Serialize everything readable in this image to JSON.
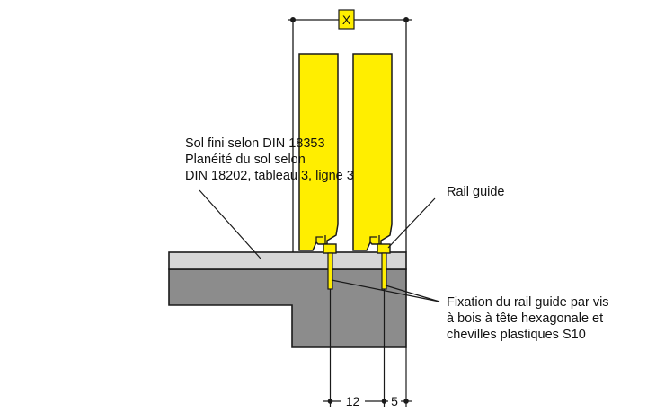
{
  "colors": {
    "panel_yellow": "#ffee00",
    "outline": "#1a1a1a",
    "floor_finish": "#d6d6d6",
    "concrete": "#8c8c8c",
    "background": "#ffffff"
  },
  "dimension_top": {
    "label": "X"
  },
  "dimensions_bottom": {
    "gap_label": "12",
    "offset_label": "5"
  },
  "callouts": {
    "floor": {
      "lines": [
        "Sol fini selon DIN 18353",
        "Planéité du sol selon",
        "DIN 18202, tableau 3, ligne 3"
      ]
    },
    "rail": {
      "text": "Rail guide"
    },
    "fixation": {
      "lines": [
        "Fixation du rail guide par vis",
        "à bois à tête hexagonale et",
        "chevilles plastiques S10"
      ]
    }
  }
}
